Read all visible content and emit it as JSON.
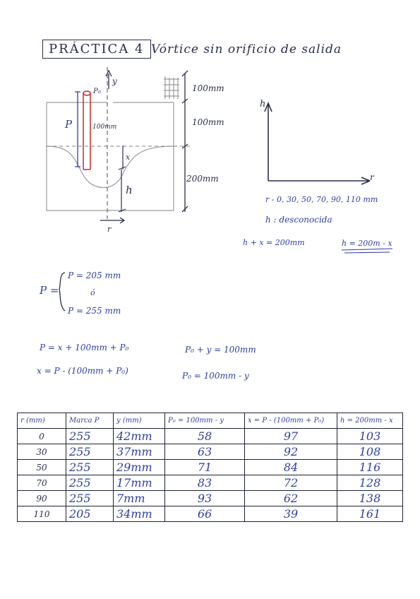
{
  "header": {
    "title_box": "PRÁCTICA 4",
    "subtitle": "Vórtice sin orificio de salida"
  },
  "diagram": {
    "y_label": "y",
    "p0_label": "P₀",
    "p_label": "P",
    "p_len": "100mm",
    "x_label": "x",
    "h_label": "h",
    "r_label": "r",
    "dim_top": "100mm",
    "dim_mid": "100mm",
    "dim_bottom": "200mm"
  },
  "graph": {
    "y_axis": "h",
    "x_axis": "r",
    "r_values": "r - 0, 30, 50, 70, 90, 110 mm",
    "h_unknown": "h : desconocida",
    "eq1": "h + x = 200mm",
    "eq2": "h = 200m - x"
  },
  "equations": {
    "p_eq": "P =",
    "p_opt1": "P = 205 mm",
    "p_or": "ó",
    "p_opt2": "P = 255 mm",
    "line1": "P = x + 100mm + P₀",
    "line2": "x = P - (100mm + P₀)",
    "line3": "P₀ + y = 100mm",
    "line4": "P₀ = 100mm - y"
  },
  "table": {
    "headers": [
      "r (mm)",
      "Marca P",
      "y (mm)",
      "P₀ = 100mm - y",
      "x = P - (100mm + P₀)",
      "h = 200mm - x"
    ],
    "rows": [
      [
        "0",
        "255",
        "42mm",
        "58",
        "97",
        "103"
      ],
      [
        "30",
        "255",
        "37mm",
        "63",
        "92",
        "108"
      ],
      [
        "50",
        "255",
        "29mm",
        "71",
        "84",
        "116"
      ],
      [
        "70",
        "255",
        "17mm",
        "83",
        "72",
        "128"
      ],
      [
        "90",
        "255",
        "7mm",
        "93",
        "62",
        "138"
      ],
      [
        "110",
        "205",
        "34mm",
        "66",
        "39",
        "161"
      ]
    ]
  },
  "colors": {
    "ink_black": "#2a2e4a",
    "ink_blue": "#2d3f9e",
    "ink_red": "#c8282e",
    "pencil": "#8a8a8a"
  }
}
